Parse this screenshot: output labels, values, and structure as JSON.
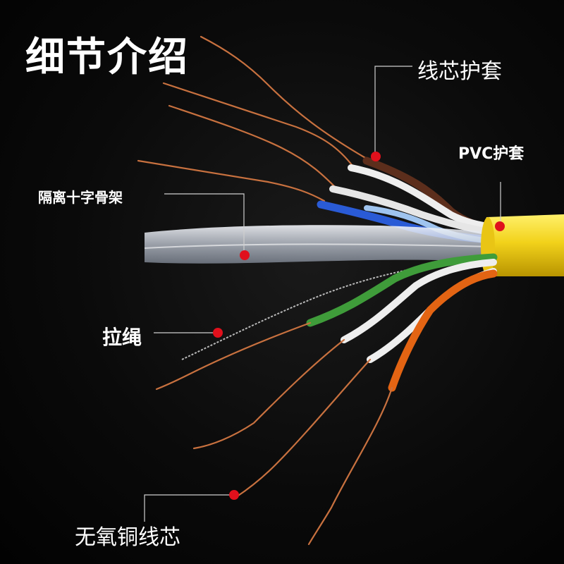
{
  "title": "细节介绍",
  "labels": {
    "core_jacket": "线芯护套",
    "pvc_jacket": "PVC护套",
    "cross_separator": "隔离十字骨架",
    "pull_rope": "拉绳",
    "copper_core": "无氧铜线芯"
  },
  "colors": {
    "background": "#050505",
    "jacket_yellow": "#f2d21b",
    "copper": "#c8713f",
    "marker_red": "#e0101c",
    "text": "#ffffff",
    "callout_line": "#cfcfcf"
  }
}
